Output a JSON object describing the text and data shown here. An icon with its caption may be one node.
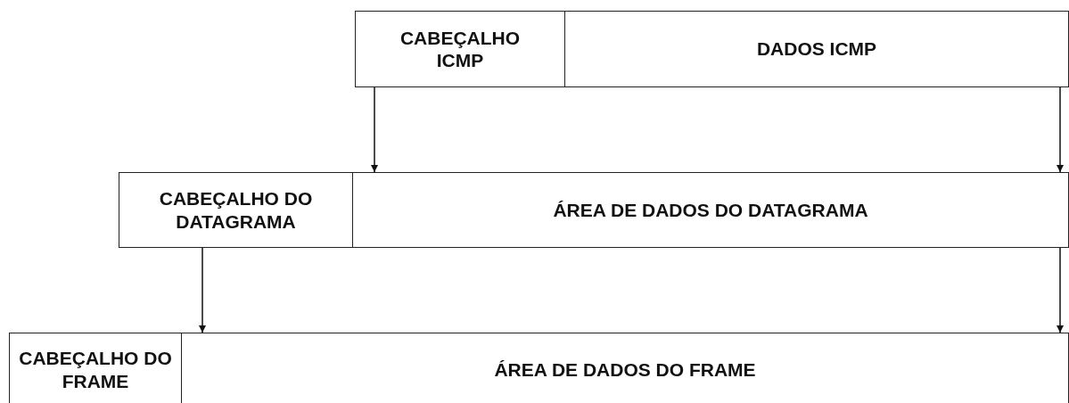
{
  "diagram": {
    "nodes": [
      {
        "text": [
          "CABEÇALHO ICMP"
        ]
      },
      {
        "text": [
          "DADOS ICMP"
        ]
      },
      {
        "text": [
          "CABEÇALHO DO DATAGRAMA"
        ]
      },
      {
        "text": [
          "ÁREA DE DADOS DO DATAGRAMA"
        ]
      },
      {
        "text": [
          "CABEÇALHO DO FRAME"
        ]
      },
      {
        "text": [
          "ÁREA DE DADOS DO FRAME"
        ]
      }
    ],
    "edges": [
      {
        "from": 0,
        "to": 3,
        "arrow": "to"
      },
      {
        "from": 1,
        "to": 3,
        "arrow": "to"
      },
      {
        "from": 2,
        "to": 5,
        "arrow": "to"
      },
      {
        "from": 3,
        "to": 5,
        "arrow": "to"
      }
    ]
  }
}
